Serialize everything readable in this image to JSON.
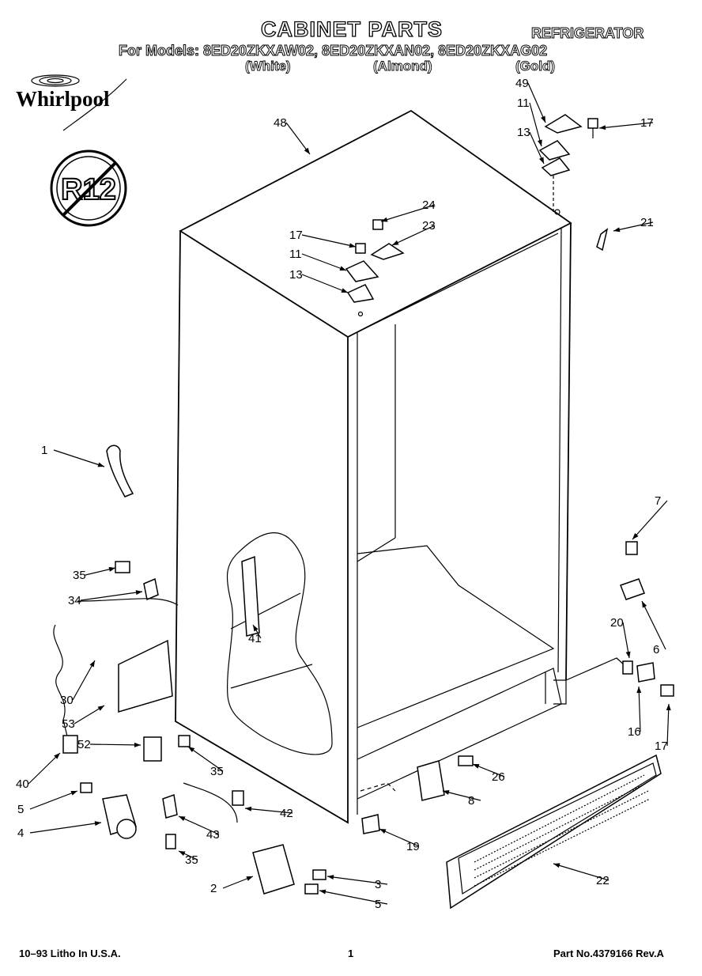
{
  "header": {
    "title": "CABINET PARTS",
    "appliance": "REFRIGERATOR",
    "models_line": "For Models: 8ED20ZKXAW02,  8ED20ZKXAN02,  8ED20ZKXAG02",
    "colors": [
      "(White)",
      "(Almond)",
      "(Gold)"
    ]
  },
  "logo": {
    "brand": "Whirlpool",
    "badge": "R12"
  },
  "callouts": [
    "48",
    "49",
    "11",
    "13",
    "17",
    "24",
    "23",
    "17",
    "11",
    "13",
    "21",
    "1",
    "7",
    "35",
    "34",
    "41",
    "20",
    "6",
    "30",
    "53",
    "52",
    "16",
    "17",
    "35",
    "26",
    "40",
    "5",
    "4",
    "42",
    "43",
    "8",
    "19",
    "35",
    "22",
    "2",
    "3",
    "5"
  ],
  "footer": {
    "left": "10–93 Litho In U.S.A.",
    "center": "1",
    "right": "Part No.4379166 Rev.A"
  }
}
